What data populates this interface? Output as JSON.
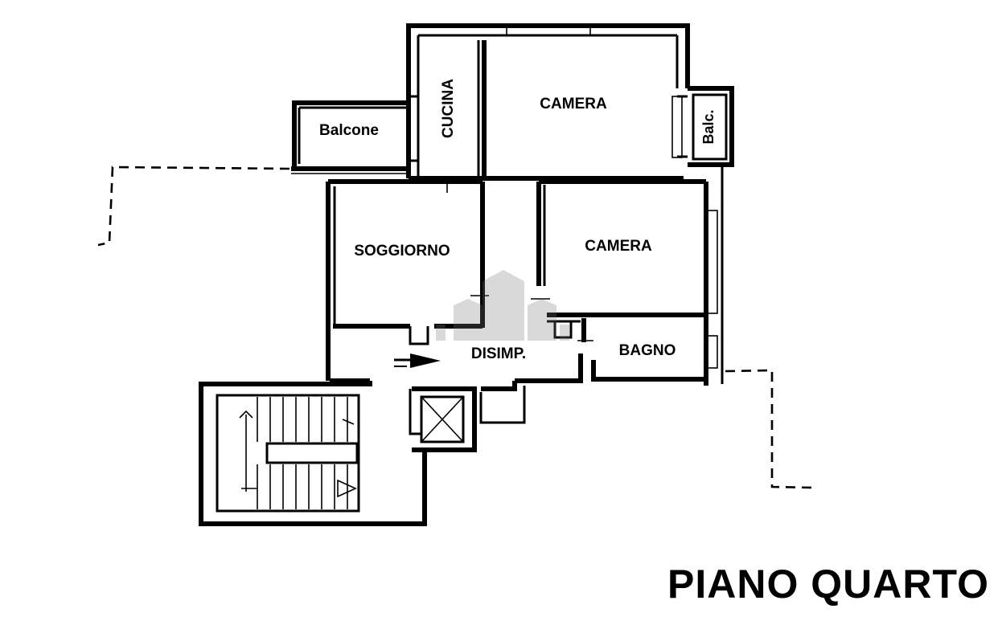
{
  "plan": {
    "title": "PIANO QUARTO",
    "rooms": {
      "balcone": "Balcone",
      "cucina": "CUCINA",
      "camera_top": "CAMERA",
      "balc": "Balc.",
      "soggiorno": "SOGGIORNO",
      "camera_mid": "CAMERA",
      "disimp": "DISIMP.",
      "bagno": "BAGNO"
    }
  }
}
